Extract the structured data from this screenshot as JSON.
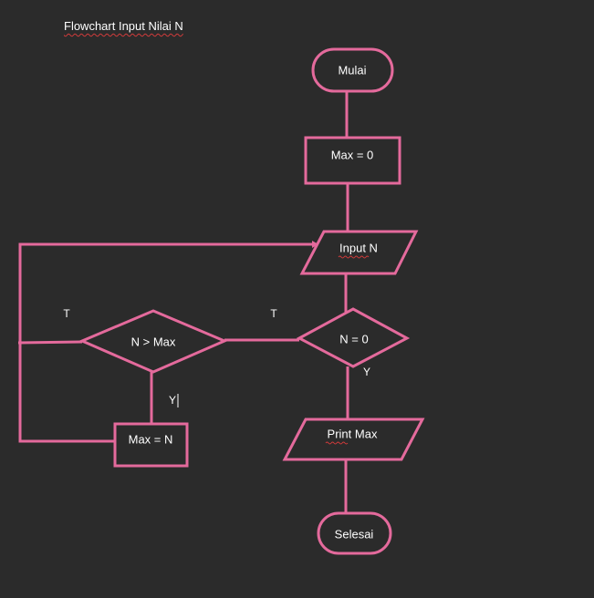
{
  "document": {
    "title": "Flowchart Input Nilai N"
  },
  "colors": {
    "background": "#2b2b2b",
    "stroke": "#e46a9c",
    "text": "#ffffff",
    "spellcheck": "#d23b3b"
  },
  "nodes": {
    "start": "Mulai",
    "init": "Max = 0",
    "input": "Input N",
    "check_zero": "N = 0",
    "compare": "N > Max",
    "assign": "Max = N",
    "output": "Print Max",
    "end": "Selesai"
  },
  "edge_labels": {
    "compare_false": "T",
    "zero_false": "T",
    "zero_true": "Y",
    "compare_true": "Y"
  }
}
